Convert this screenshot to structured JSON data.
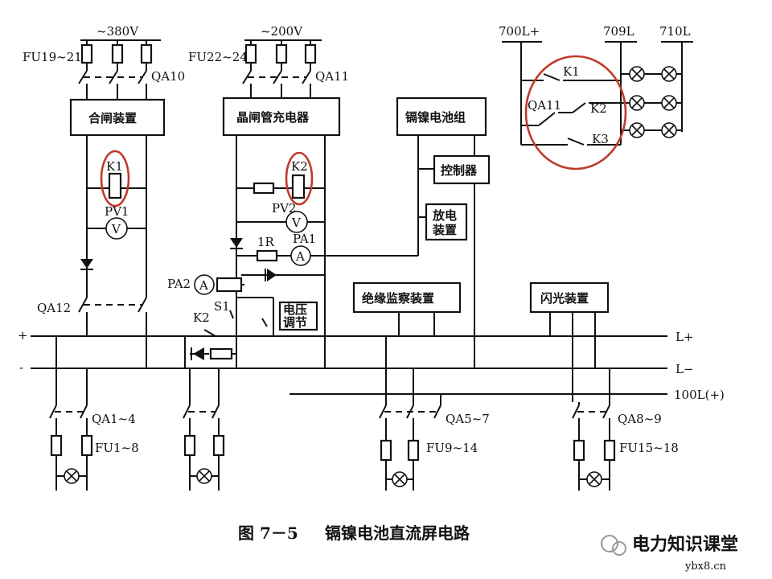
{
  "supplies": {
    "ac380": "~380V",
    "ac200": "~200V"
  },
  "fuses": {
    "fu19_21": "FU19~21",
    "fu22_24": "FU22~24",
    "fu1_8": "FU1~8",
    "fu9_14": "FU9~14",
    "fu15_18": "FU15~18"
  },
  "switches": {
    "qa10": "QA10",
    "qa11": "QA11",
    "qa12": "QA12",
    "qa1_4": "QA1~4",
    "qa5_7": "QA5~7",
    "qa8_9": "QA8~9",
    "qa11_relay": "QA11",
    "s1": "S1"
  },
  "relays": {
    "k1": "K1",
    "k2": "K2",
    "k3": "K3"
  },
  "meters": {
    "pv1": "PV1",
    "pv2": "PV2",
    "pa1": "PA1",
    "pa2": "PA2",
    "v": "V",
    "a": "A",
    "r1": "1R"
  },
  "blocks": {
    "closing_device": "合闸装置",
    "thyristor_charger": "晶闸管充电器",
    "nicd_battery": "镉镍电池组",
    "controller": "控制器",
    "discharge_1": "放电",
    "discharge_2": "装置",
    "insulation_monitor": "绝缘监察装置",
    "flash_device": "闪光装置",
    "voltage_1": "电压",
    "voltage_2": "调节"
  },
  "buses": {
    "l_plus": "L+",
    "l_minus": "L−",
    "l100": "100L(+)",
    "plus": "+",
    "minus": "-",
    "l700": "700L+",
    "l709": "709L",
    "l710": "710L"
  },
  "caption": {
    "fig": "图 7－5",
    "title": "镉镍电池直流屏电路"
  },
  "watermark": {
    "brand": "电力知识课堂",
    "site": "ybx8.cn"
  },
  "colors": {
    "highlight": "#c0392b",
    "line": "#111111"
  }
}
